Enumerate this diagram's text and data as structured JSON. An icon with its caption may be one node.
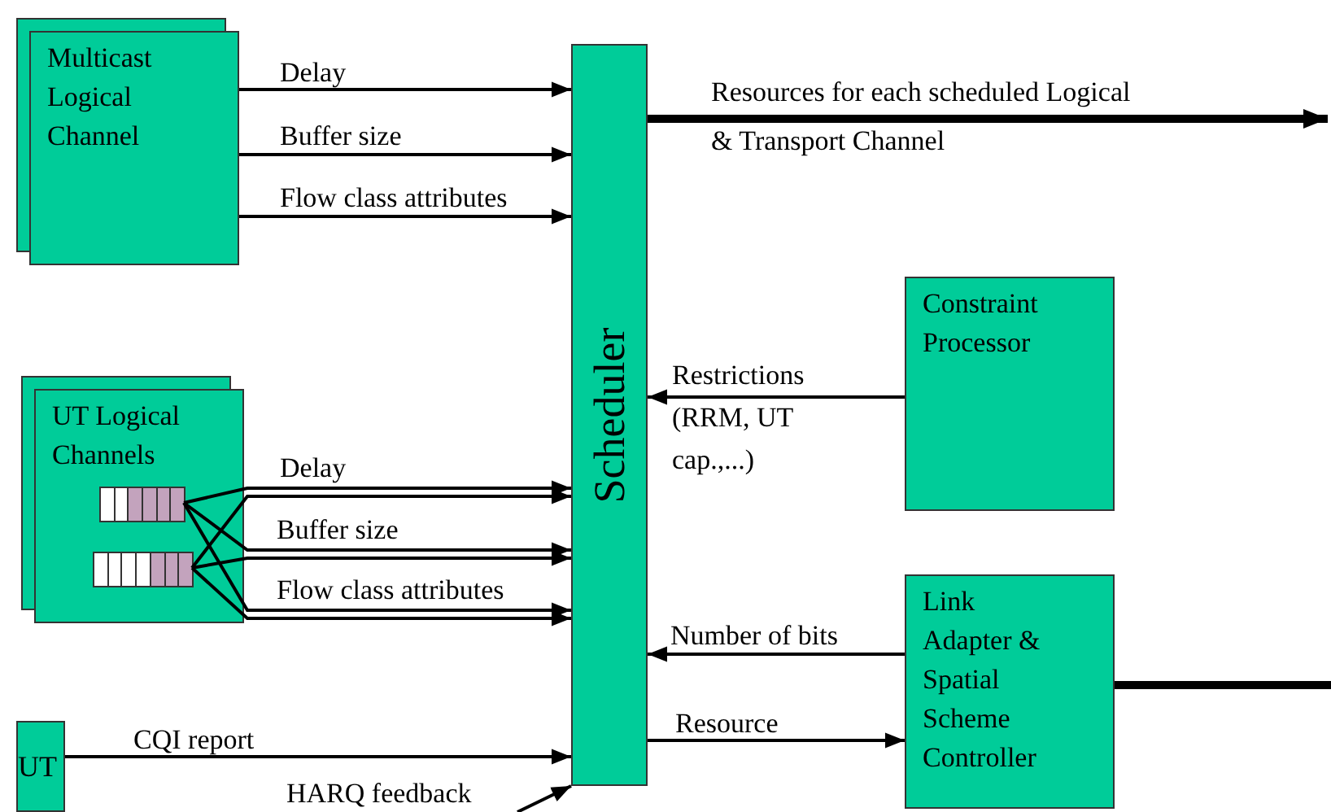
{
  "diagram": {
    "nodes": [
      {
        "text": [
          "Multicast Logical Channel"
        ]
      },
      {
        "text": [
          "Scheduler"
        ]
      },
      {
        "text": [
          "UT Logical Channels"
        ]
      },
      {
        "text": [],
        "shape": "box",
        "in": 2
      },
      {
        "text": [],
        "shape": "box",
        "in": 2
      },
      {
        "text": [
          "Constraint Processor"
        ]
      },
      {
        "text": [
          "Link Adapter & Spatial Scheme Controller"
        ]
      },
      {
        "text": [
          "UT"
        ]
      }
    ],
    "edges": [
      {
        "from": 0,
        "to": 1,
        "arrow": "to",
        "label": "Delay"
      },
      {
        "from": 0,
        "to": 1,
        "arrow": "to",
        "label": "Buffer size"
      },
      {
        "from": 0,
        "to": 1,
        "arrow": "to",
        "label": "Flow class attributes"
      },
      {
        "from": 1,
        "to": null,
        "arrow": "to",
        "label": "Resources for each scheduled Logical & Transport Channel",
        "style": "thick"
      },
      {
        "from": 3,
        "to": 1,
        "arrow": "to",
        "label": "Delay"
      },
      {
        "from": 3,
        "to": 1,
        "arrow": "to",
        "label": "Buffer size"
      },
      {
        "from": 3,
        "to": 1,
        "arrow": "to",
        "label": "Flow class attributes"
      },
      {
        "from": 4,
        "to": 1,
        "arrow": "to"
      },
      {
        "from": 4,
        "to": 1,
        "arrow": "to"
      },
      {
        "from": 4,
        "to": 1,
        "arrow": "to"
      },
      {
        "from": 5,
        "to": 1,
        "arrow": "to",
        "label": "Restrictions (RRM, UT cap.,...)"
      },
      {
        "from": 6,
        "to": 1,
        "arrow": "to",
        "label": "Number of bits"
      },
      {
        "from": 1,
        "to": 6,
        "arrow": "to",
        "label": "Resource"
      },
      {
        "from": 6,
        "to": null,
        "arrow": "none",
        "style": "thick"
      },
      {
        "from": 7,
        "to": 1,
        "arrow": "to",
        "label": "CQI report"
      },
      {
        "from": null,
        "to": 1,
        "arrow": "to",
        "label": "HARQ feedback"
      }
    ]
  }
}
